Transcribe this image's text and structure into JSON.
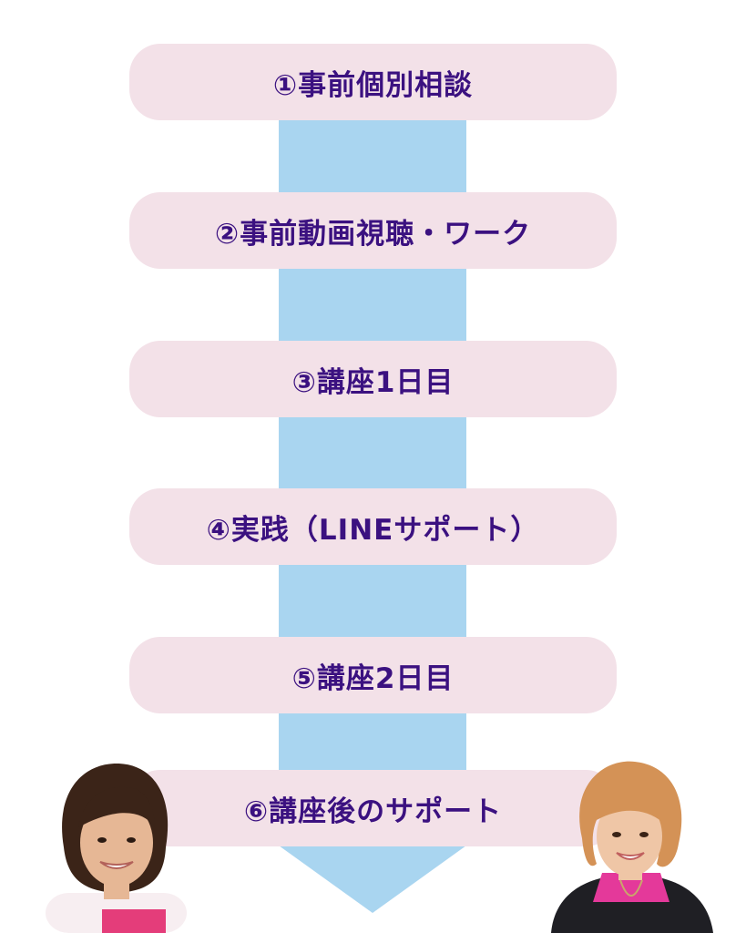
{
  "colors": {
    "step_bg": "#f3e1e8",
    "step_text": "#3b1180",
    "arrow": "#a9d5f0"
  },
  "steps": [
    {
      "label": "①事前個別相談"
    },
    {
      "label": "②事前動画視聴・ワーク"
    },
    {
      "label": "③講座1日目"
    },
    {
      "label": "④実践（LINEサポート）"
    },
    {
      "label": "⑤講座2日目"
    },
    {
      "label": "⑥講座後のサポート"
    }
  ]
}
